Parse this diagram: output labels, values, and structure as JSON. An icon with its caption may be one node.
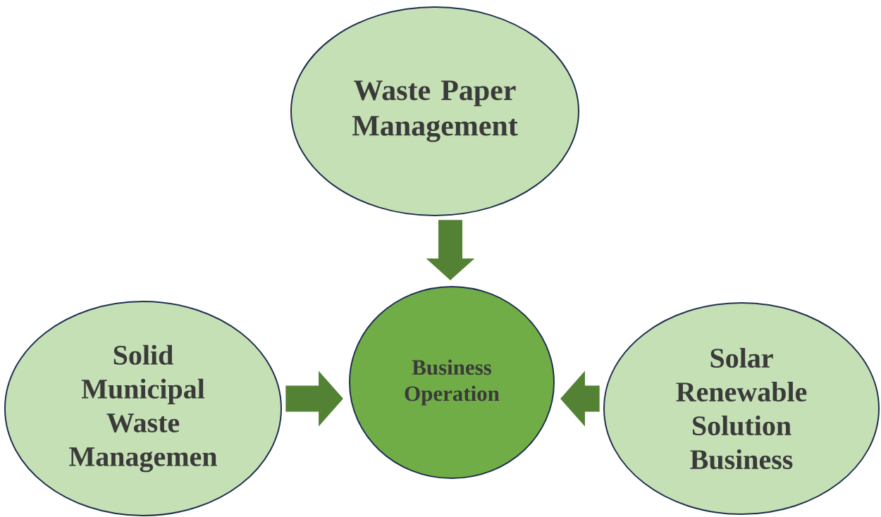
{
  "diagram": {
    "nodes": [
      {
        "text": [
          "Waste Paper Management"
        ]
      },
      {
        "text": [
          "Business Operation"
        ]
      },
      {
        "text": [
          "Solid Municipal Waste Managemen"
        ]
      },
      {
        "text": [
          "Solar Renewable Solution Business"
        ]
      }
    ],
    "edges": [
      {
        "from": 0,
        "to": 1,
        "arrow": "to"
      },
      {
        "from": 2,
        "to": 1,
        "arrow": "to"
      },
      {
        "from": 3,
        "to": 1,
        "arrow": "to"
      }
    ]
  }
}
